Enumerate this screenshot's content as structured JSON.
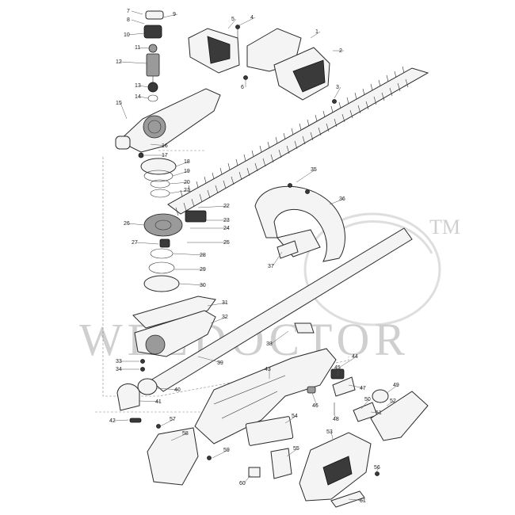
{
  "watermark": {
    "text": "WELDOCTOR",
    "trademark": "TM"
  },
  "callouts": [
    "1",
    "2",
    "3",
    "4",
    "5",
    "6",
    "7",
    "8",
    "9",
    "10",
    "11",
    "12",
    "13",
    "14",
    "15",
    "16",
    "17",
    "18",
    "19",
    "20",
    "21",
    "22",
    "23",
    "24",
    "25",
    "26",
    "27",
    "28",
    "29",
    "30",
    "31",
    "32",
    "33",
    "34",
    "35",
    "36",
    "37",
    "38",
    "39",
    "40",
    "41",
    "42",
    "43",
    "44",
    "45",
    "46",
    "47",
    "48",
    "49",
    "50",
    "51",
    "52",
    "53",
    "54",
    "55",
    "56",
    "57",
    "58",
    "59",
    "60",
    "61"
  ]
}
